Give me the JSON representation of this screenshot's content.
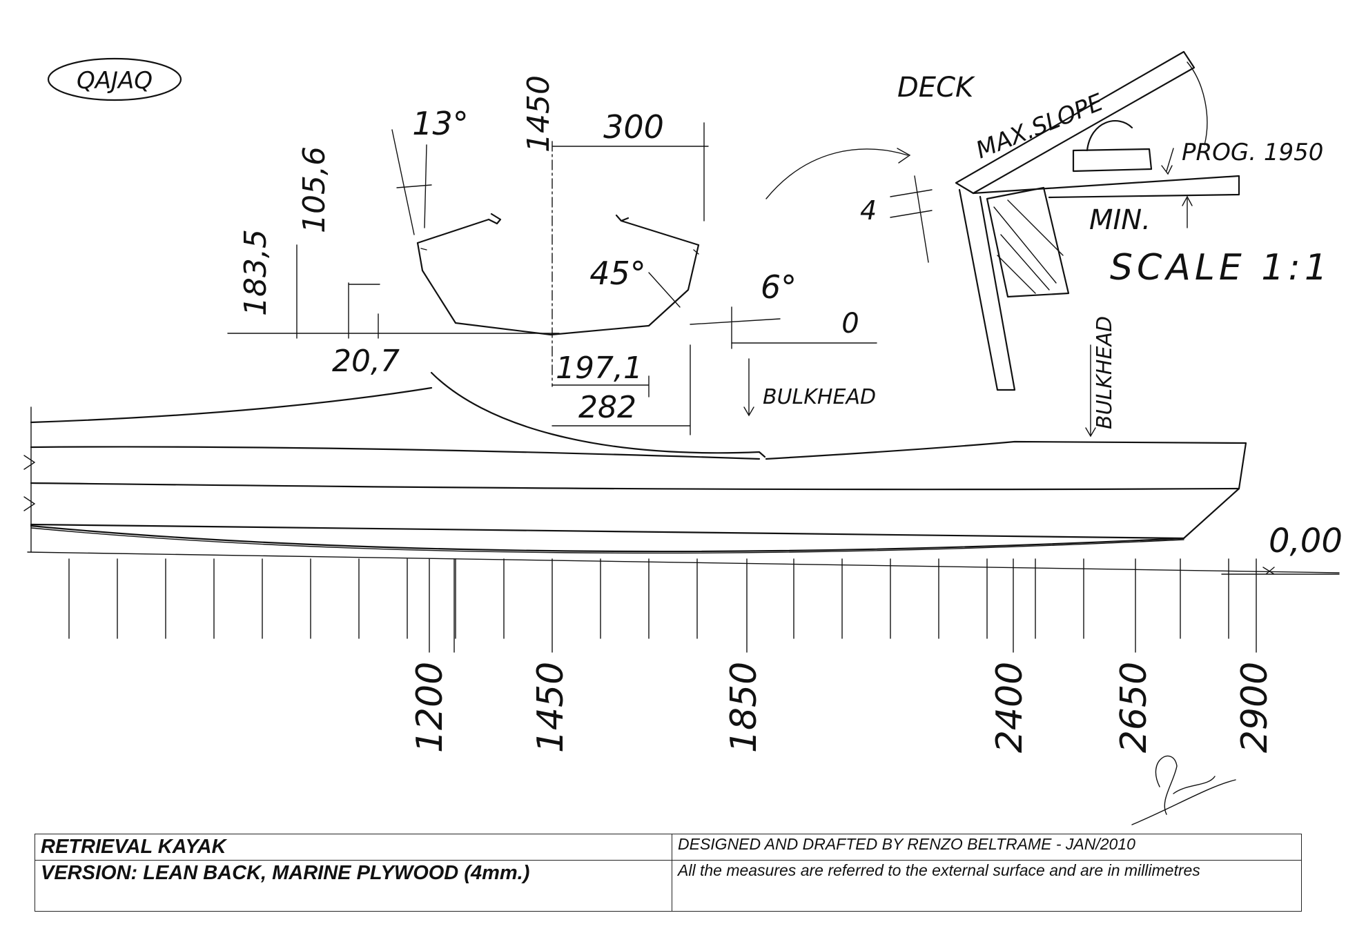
{
  "logo": {
    "text": "QAJAQ"
  },
  "drawing_labels": {
    "deck": "DECK",
    "max_slope": "MAX.SLOPE",
    "prog": "PROG. 1950",
    "min": "MIN.",
    "scale": "SCALE 1:1",
    "bulkhead_1": "BULKHEAD",
    "bulkhead_2": "BULKHEAD",
    "zero_level": "0,00",
    "angle_13": "13°",
    "angle_45": "45°",
    "angle_6": "6°",
    "dim_1450": "1450",
    "dim_300": "300",
    "dim_105_6": "105,6",
    "dim_183_5": "183,5",
    "dim_20_7": "20,7",
    "dim_197_1": "197,1",
    "dim_282": "282",
    "dim_4": "4",
    "dim_0": "0"
  },
  "stations": [
    "1200",
    "1450",
    "1850",
    "2400",
    "2650",
    "2900"
  ],
  "title_block": {
    "title": "RETRIEVAL KAYAK",
    "version": "VERSION: LEAN BACK, MARINE PLYWOOD (4mm.)",
    "designer": "DESIGNED AND DRAFTED BY RENZO BELTRAME -  JAN/2010",
    "note": "All the measures are referred to the external surface and are in millimetres"
  },
  "colors": {
    "ink": "#111111",
    "paper": "#ffffff"
  }
}
